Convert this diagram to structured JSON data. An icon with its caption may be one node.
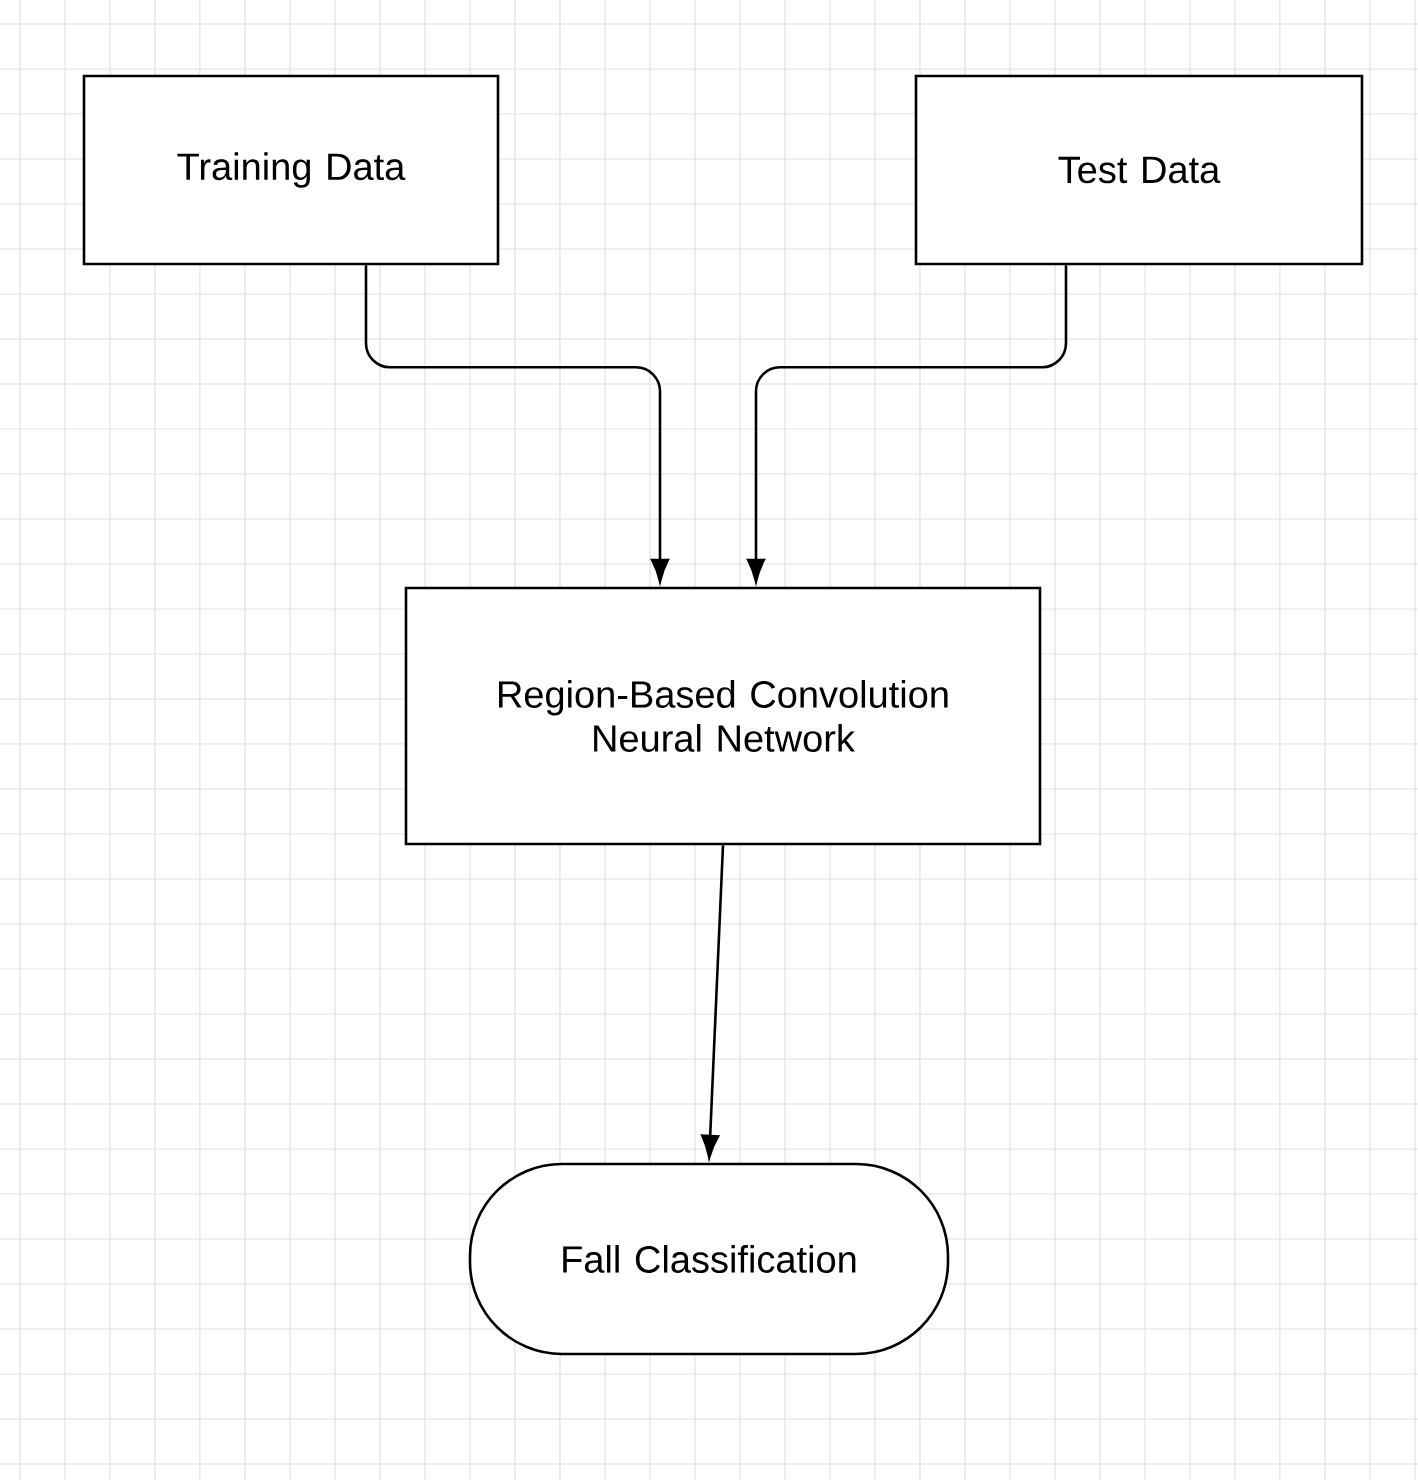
{
  "diagram": {
    "nodes": [
      {
        "text": [
          "Training Data"
        ]
      },
      {
        "text": [
          "Test Data"
        ]
      },
      {
        "text": [
          "Region-Based Convolution Neural Network"
        ]
      },
      {
        "text": [
          "Fall Classification"
        ]
      }
    ],
    "edges": [
      {
        "from": 0,
        "to": 2,
        "arrow": "to"
      },
      {
        "from": 1,
        "to": 2,
        "arrow": "to"
      },
      {
        "from": 2,
        "to": 3,
        "arrow": "to"
      }
    ]
  }
}
